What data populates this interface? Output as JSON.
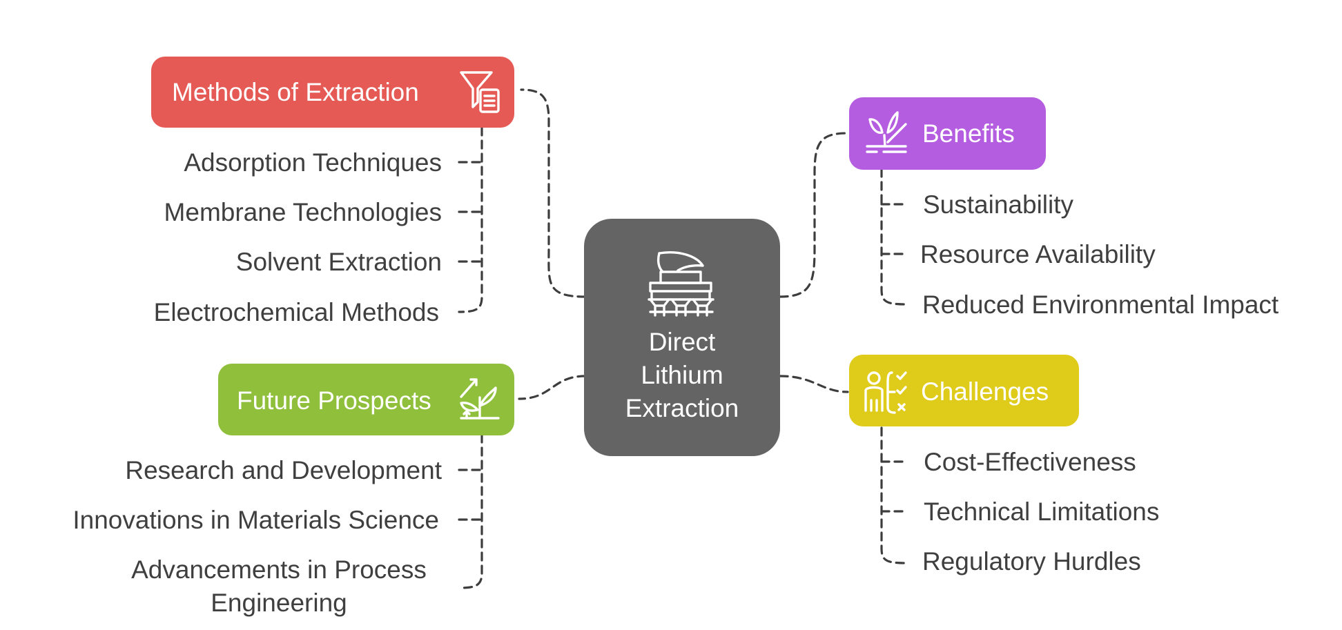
{
  "center": {
    "lines": [
      "Direct",
      "Lithium",
      "Extraction"
    ],
    "color": "#646464",
    "icon": "lithium-extraction-machine-icon"
  },
  "branches": {
    "methods": {
      "title": "Methods of Extraction",
      "color": "#e55a55",
      "icon": "filter-list-icon",
      "items": [
        "Adsorption Techniques",
        "Membrane Technologies",
        "Solvent Extraction",
        "Electrochemical Methods"
      ]
    },
    "benefits": {
      "title": "Benefits",
      "color": "#b55de0",
      "icon": "plant-hand-icon",
      "items": [
        "Sustainability",
        "Resource Availability",
        "Reduced Environmental Impact"
      ]
    },
    "future": {
      "title": "Future Prospects",
      "color": "#8fbf3b",
      "icon": "growth-plant-icon",
      "items": [
        "Research and Development",
        "Innovations in Materials Science",
        "Advancements in Process",
        "Engineering"
      ]
    },
    "challenges": {
      "title": "Challenges",
      "color": "#dfcb1a",
      "icon": "person-checklist-icon",
      "items": [
        "Cost-Effectiveness",
        "Technical Limitations",
        "Regulatory Hurdles"
      ]
    }
  }
}
